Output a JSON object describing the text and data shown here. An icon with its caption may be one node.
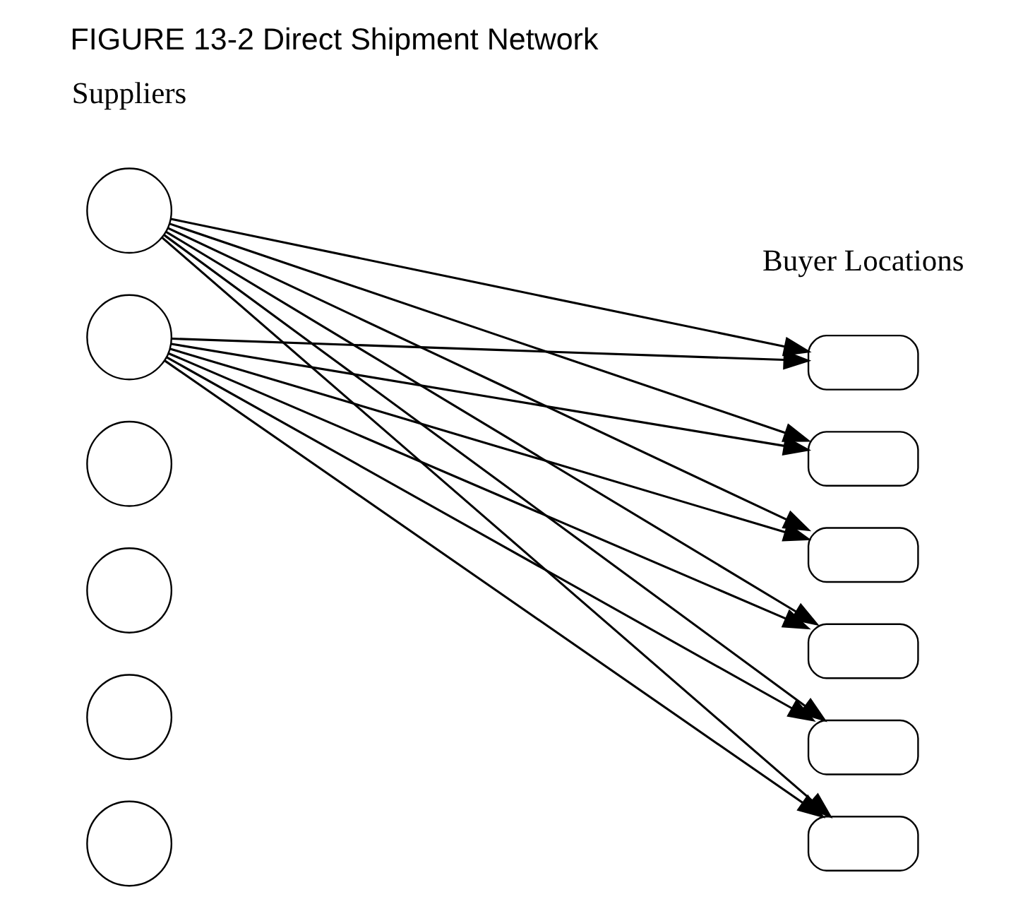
{
  "diagram": {
    "title": "FIGURE 13-2 Direct Shipment Network",
    "nodes": [
      {
        "text": [],
        "shape": "circle"
      },
      {
        "text": [],
        "shape": "circle"
      },
      {
        "text": [],
        "shape": "circle"
      },
      {
        "text": [],
        "shape": "circle"
      },
      {
        "text": [],
        "shape": "circle"
      },
      {
        "text": [],
        "shape": "circle"
      },
      {
        "text": [],
        "shape": "box"
      },
      {
        "text": [],
        "shape": "box"
      },
      {
        "text": [],
        "shape": "box"
      },
      {
        "text": [],
        "shape": "box"
      },
      {
        "text": [],
        "shape": "box"
      },
      {
        "text": [],
        "shape": "box"
      }
    ],
    "edges": [
      {
        "from": 0,
        "to": 6,
        "arrow": "to"
      },
      {
        "from": 0,
        "to": 7,
        "arrow": "to"
      },
      {
        "from": 0,
        "to": 8,
        "arrow": "to"
      },
      {
        "from": 0,
        "to": 9,
        "arrow": "to"
      },
      {
        "from": 0,
        "to": 10,
        "arrow": "to"
      },
      {
        "from": 0,
        "to": 11,
        "arrow": "to"
      },
      {
        "from": 1,
        "to": 6,
        "arrow": "to"
      },
      {
        "from": 1,
        "to": 7,
        "arrow": "to"
      },
      {
        "from": 1,
        "to": 8,
        "arrow": "to"
      },
      {
        "from": 1,
        "to": 9,
        "arrow": "to"
      },
      {
        "from": 1,
        "to": 10,
        "arrow": "to"
      },
      {
        "from": 1,
        "to": 11,
        "arrow": "to"
      }
    ],
    "labels": [
      "Suppliers",
      "Buyer Locations"
    ]
  }
}
